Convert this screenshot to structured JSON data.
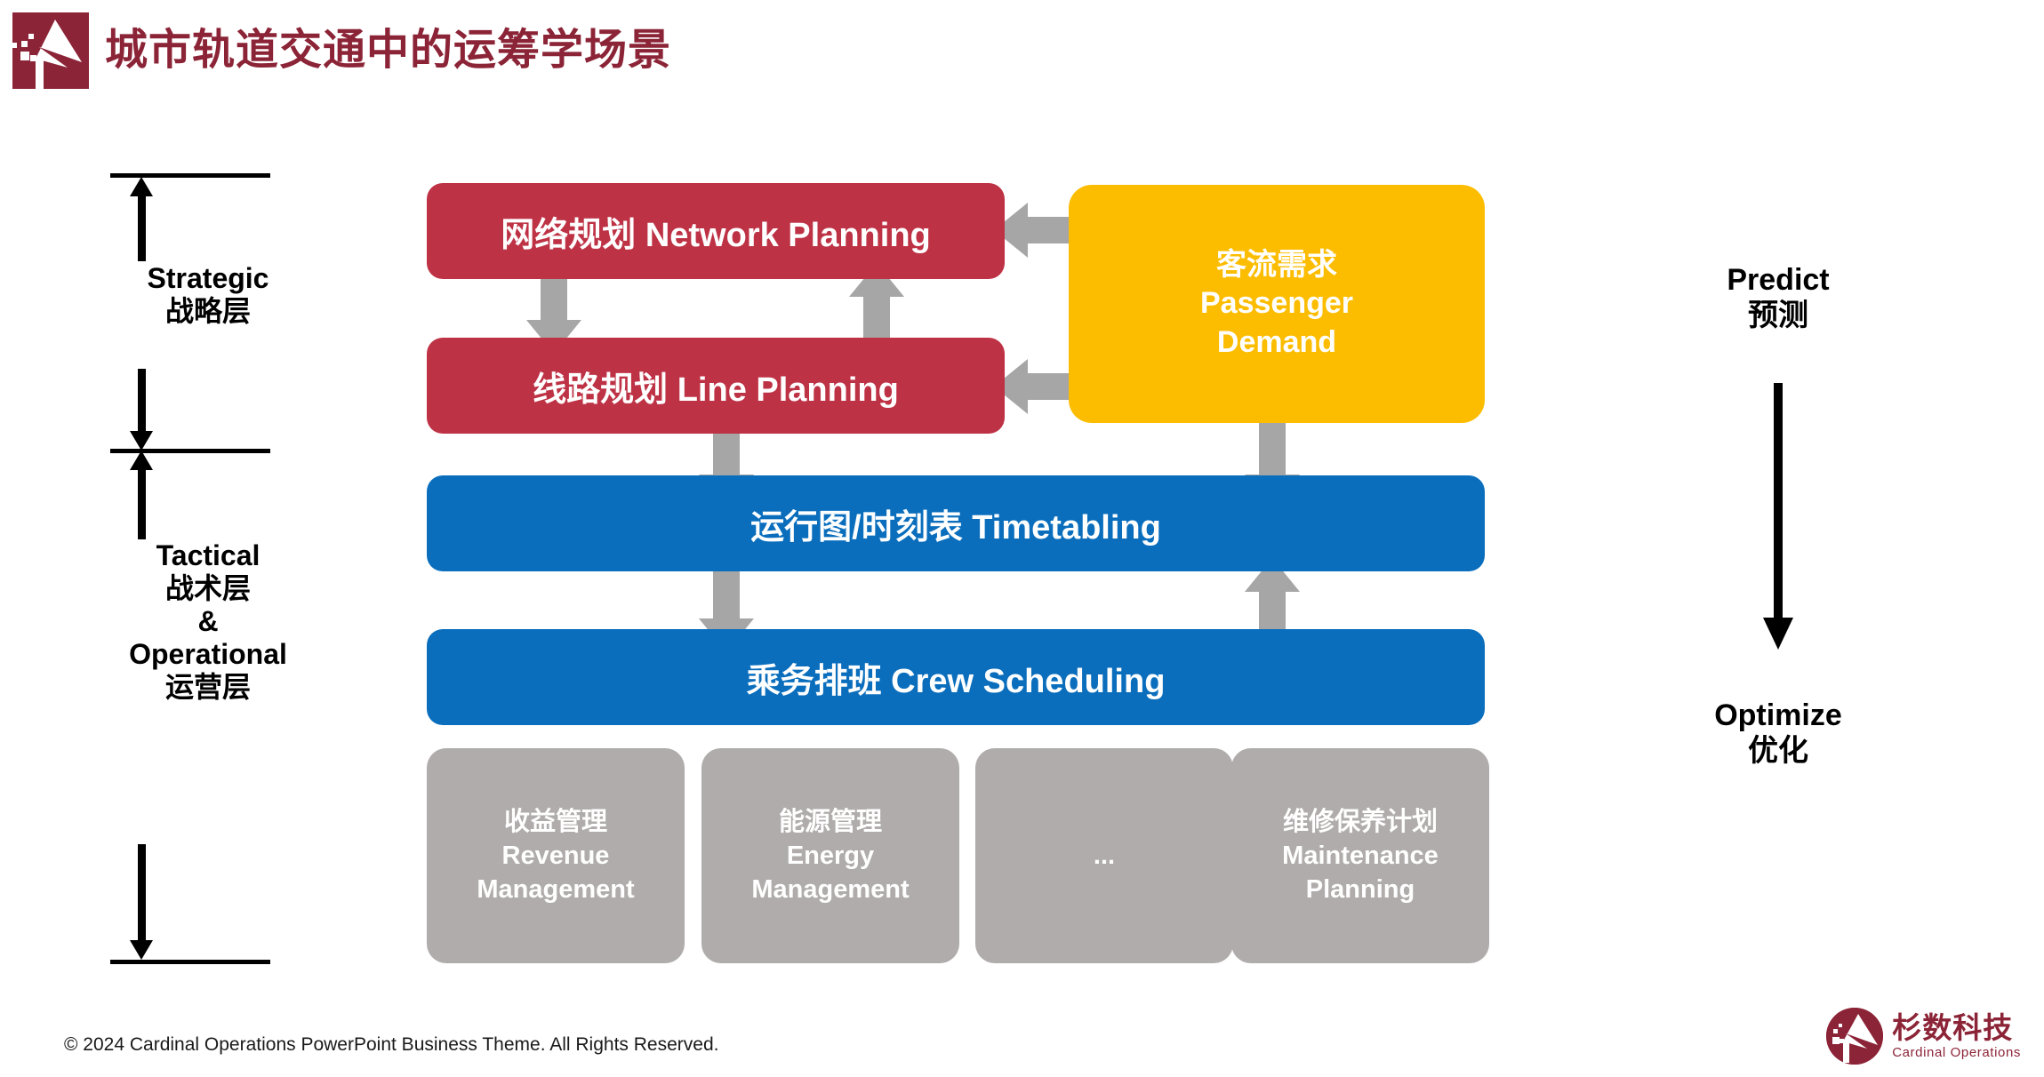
{
  "header": {
    "title": "城市轨道交通中的运筹学场景",
    "logo_icon": "cardinal-operations-mark-icon",
    "brand_color": "#8C2437"
  },
  "axis": {
    "levels": [
      {
        "en": "Strategic",
        "cn": "战略层"
      },
      {
        "en": "Tactical",
        "cn": "战术层",
        "en2": "&",
        "en3": "Operational",
        "cn2": "运营层"
      }
    ],
    "strategic_en": "Strategic",
    "strategic_cn": "战略层",
    "tactical_en": "Tactical",
    "tactical_cn": "战术层",
    "amp": "&",
    "operational_en": "Operational",
    "operational_cn": "运营层"
  },
  "diagram": {
    "nodes": {
      "network": {
        "cn": "网络规划",
        "en": "Network Planning",
        "color": "#BE3245"
      },
      "line": {
        "cn": "线路规划",
        "en": "Line Planning",
        "color": "#BE3245"
      },
      "demand": {
        "cn": "客流需求",
        "en_line1": "Passenger",
        "en_line2": "Demand",
        "color": "#FCBD00"
      },
      "timetable": {
        "cn": "运行图/时刻表",
        "en": "Timetabling",
        "color": "#0A6EBD"
      },
      "crew": {
        "cn": "乘务排班",
        "en": "Crew Scheduling",
        "color": "#0A6EBD"
      }
    },
    "support_nodes": [
      {
        "cn": "收益管理",
        "en_line1": "Revenue",
        "en_line2": "Management"
      },
      {
        "cn": "能源管理",
        "en_line1": "Energy",
        "en_line2": "Management"
      },
      {
        "cn": "",
        "en_line1": "...",
        "en_line2": ""
      },
      {
        "cn": "维修保养计划",
        "en_line1": "Maintenance",
        "en_line2": "Planning"
      }
    ],
    "support_color": "#AFACAB",
    "arrow_color": "#A6A6A6"
  },
  "right_column": {
    "predict_en": "Predict",
    "predict_cn": "预测",
    "optimize_en": "Optimize",
    "optimize_cn": "优化",
    "arrow_icon": "arrow-down-icon"
  },
  "footer": {
    "copyright": "© 2024 Cardinal Operations PowerPoint Business Theme. All Rights Reserved.",
    "logo_cn": "杉数科技",
    "logo_en": "Cardinal Operations",
    "logo_icon": "cardinal-operations-circle-logo-icon"
  }
}
